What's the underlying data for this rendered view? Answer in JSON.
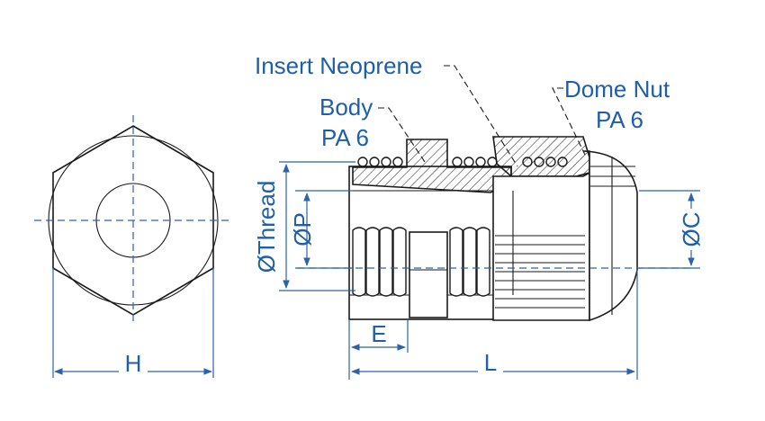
{
  "labels": {
    "insert": "Insert Neoprene",
    "body_line1": "Body",
    "body_line2": "PA 6",
    "dome_line1": "Dome Nut",
    "dome_line2": "PA 6"
  },
  "dimensions": {
    "h": "H",
    "l": "L",
    "e": "E",
    "thread": "ØThread",
    "p": "ØP",
    "c": "ØC"
  },
  "colors": {
    "accent": "#1d5fa8",
    "line": "#1a1a1a"
  }
}
